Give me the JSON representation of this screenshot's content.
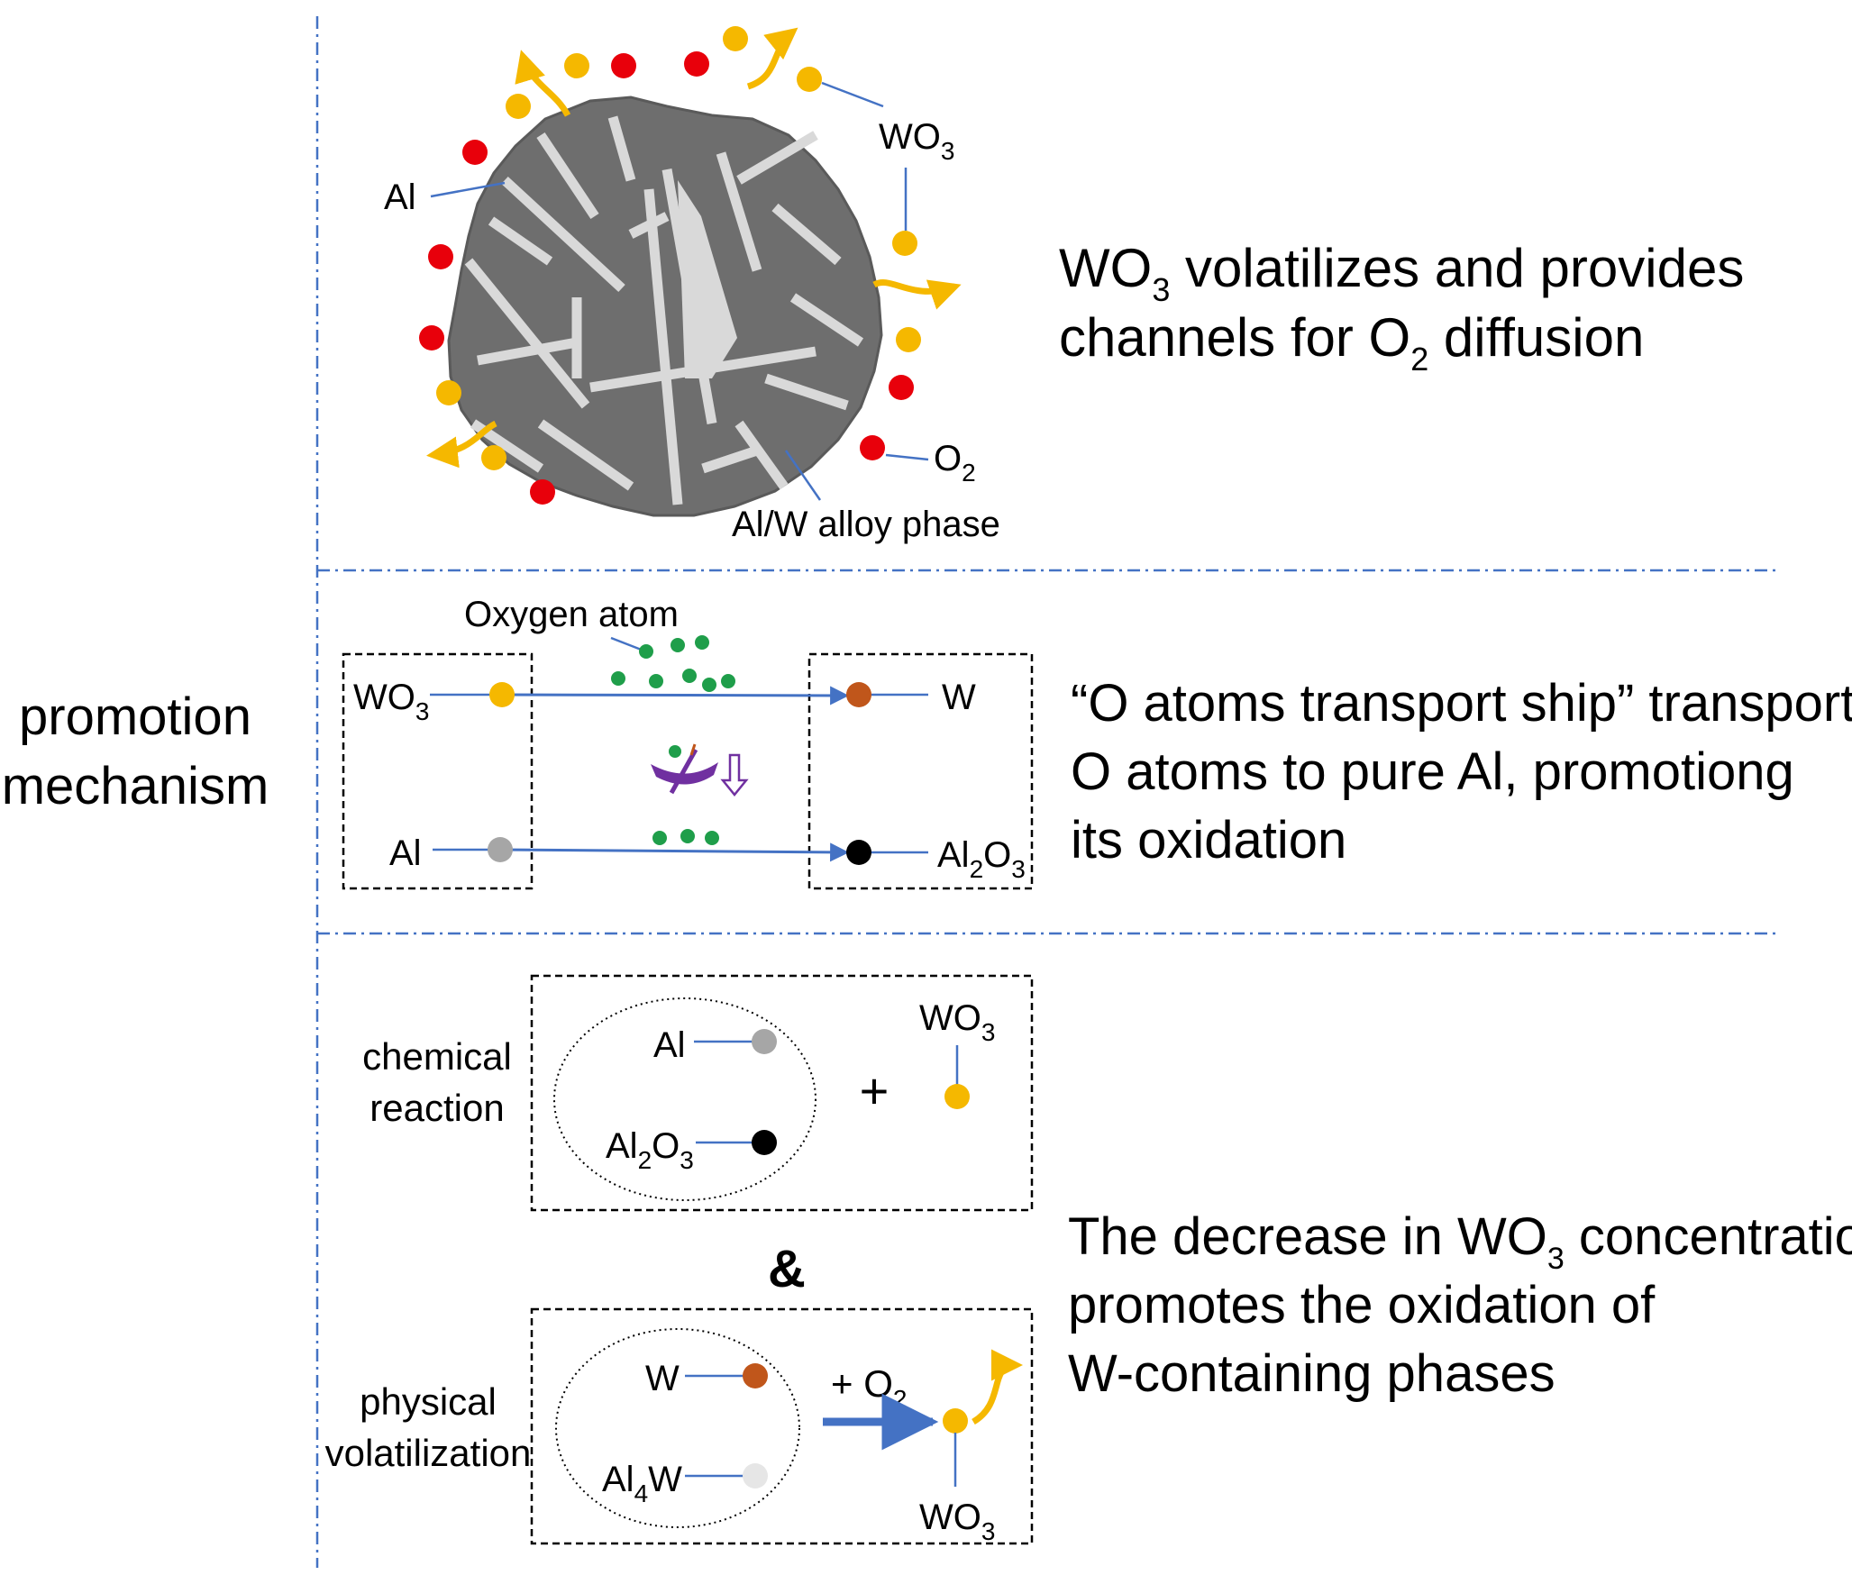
{
  "left_label": {
    "line1": "promotion",
    "line2": "mechanism"
  },
  "panel1": {
    "labels": {
      "al": "Al",
      "wo3_main": "WO",
      "wo3_sub": "3",
      "o2_main": "O",
      "o2_sub": "2",
      "alloy": "Al/W alloy phase"
    },
    "description": {
      "l1_a": "WO",
      "l1_sub": "3",
      "l1_b": " volatilizes and provides",
      "l2_a": "channels for O",
      "l2_sub": "2",
      "l2_b": " diffusion"
    }
  },
  "panel2": {
    "oxygen_atom": "Oxygen atom",
    "wo3_main": "WO",
    "wo3_sub": "3",
    "w": "W",
    "al": "Al",
    "al2o3_a": "Al",
    "al2o3_sub1": "2",
    "al2o3_b": "O",
    "al2o3_sub2": "3",
    "description": {
      "l1": "“O atoms transport ship” transports",
      "l2": "O atoms to pure Al, promotiong",
      "l3": "its oxidation"
    }
  },
  "panel3": {
    "chem_label": {
      "l1": "chemical",
      "l2": "reaction"
    },
    "phys_label": {
      "l1": "physical",
      "l2": "volatilization"
    },
    "al": "Al",
    "al2o3_a": "Al",
    "al2o3_sub1": "2",
    "al2o3_b": "O",
    "al2o3_sub2": "3",
    "plus": "+",
    "wo3_main": "WO",
    "wo3_sub": "3",
    "ampersand": "&",
    "w": "W",
    "al4w_a": "Al",
    "al4w_sub": "4",
    "al4w_b": "W",
    "plus_o2_a": "+ O",
    "plus_o2_sub": "2",
    "description": {
      "l1_a": "The decrease in WO",
      "l1_sub": "3",
      "l1_b": " concentration",
      "l2": "promotes the oxidation of",
      "l3": "W-containing phases"
    }
  },
  "colors": {
    "wo3": "#f5b800",
    "o2": "#e8000b",
    "w": "#c0561b",
    "al": "#a6a6a6",
    "al2o3": "#000000",
    "al4w": "#e6e6e6",
    "oxygen_atom": "#1f9e4a",
    "arrow": "#4472c4",
    "ship": "#7030a0",
    "particle": "#6e6e6e",
    "divider": "#4472c4"
  }
}
